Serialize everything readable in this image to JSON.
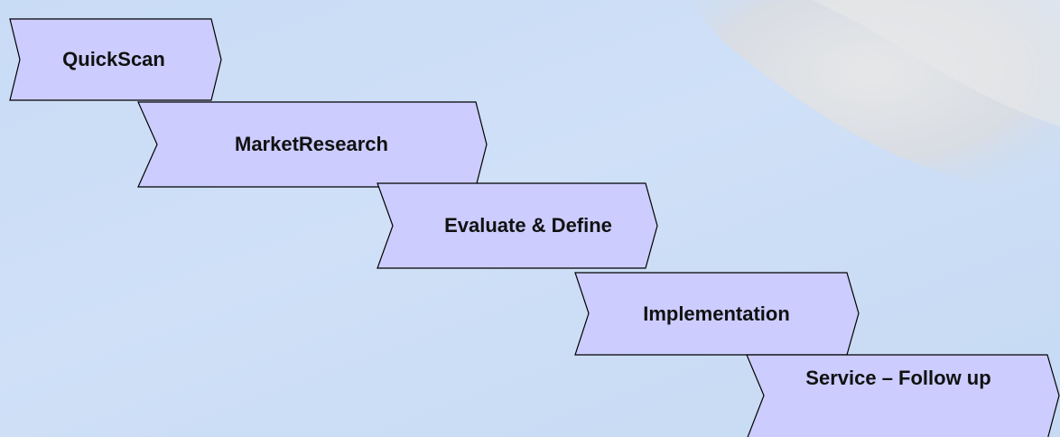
{
  "diagram": {
    "type": "process-chevron-staircase",
    "steps": [
      {
        "id": "quickscan",
        "label": "QuickScan"
      },
      {
        "id": "market-research",
        "label": "MarketResearch"
      },
      {
        "id": "evaluate-define",
        "label": "Evaluate & Define"
      },
      {
        "id": "implementation",
        "label": "Implementation"
      },
      {
        "id": "service-follow-up",
        "label": "Service – Follow up"
      }
    ]
  },
  "colors": {
    "background": "#cbdcf5",
    "chevron_fill": "#ccccff",
    "chevron_stroke": "#000000",
    "text": "#111111"
  }
}
